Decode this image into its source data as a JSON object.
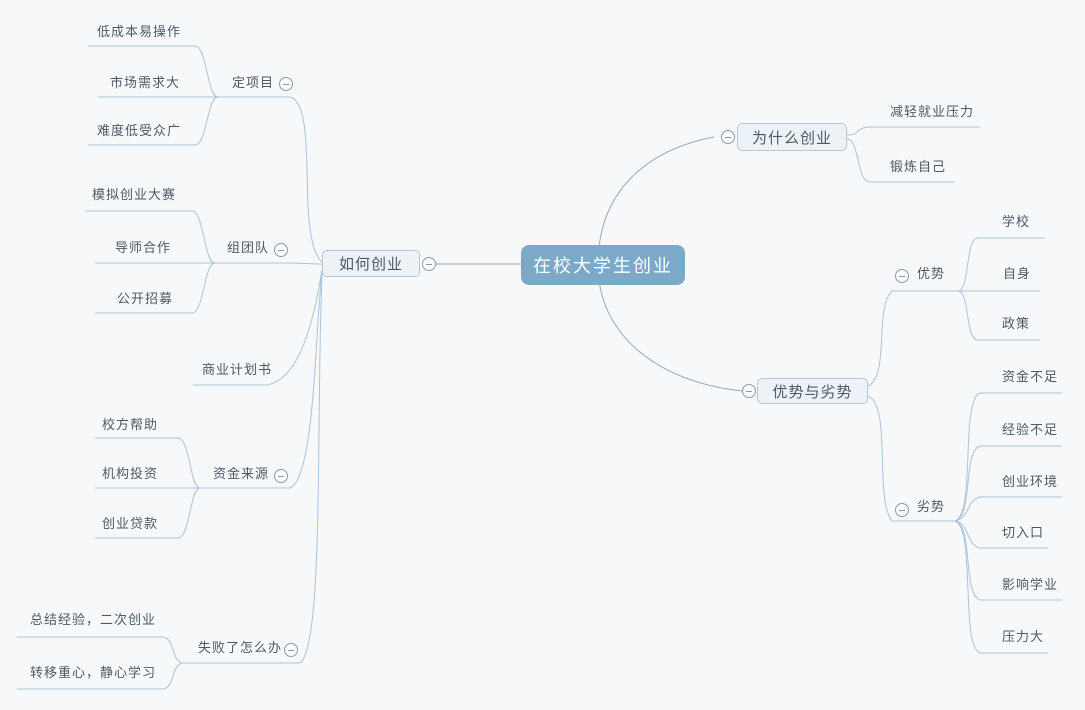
{
  "map": {
    "root": "在校大学生创业",
    "right": [
      {
        "label": "为什么创业",
        "children": [
          {
            "label": "减轻就业压力"
          },
          {
            "label": "锻炼自己"
          }
        ]
      },
      {
        "label": "优势与劣势",
        "children": [
          {
            "label": "优势",
            "children": [
              {
                "label": "学校"
              },
              {
                "label": "自身"
              },
              {
                "label": "政策"
              }
            ]
          },
          {
            "label": "劣势",
            "children": [
              {
                "label": "资金不足"
              },
              {
                "label": "经验不足"
              },
              {
                "label": "创业环境"
              },
              {
                "label": "切入口"
              },
              {
                "label": "影响学业"
              },
              {
                "label": "压力大"
              }
            ]
          }
        ]
      }
    ],
    "left": [
      {
        "label": "如何创业",
        "children": [
          {
            "label": "定项目",
            "children": [
              {
                "label": "低成本易操作"
              },
              {
                "label": "市场需求大"
              },
              {
                "label": "难度低受众广"
              }
            ]
          },
          {
            "label": "组团队",
            "children": [
              {
                "label": "模拟创业大赛"
              },
              {
                "label": "导师合作"
              },
              {
                "label": "公开招募"
              }
            ]
          },
          {
            "label": "商业计划书"
          },
          {
            "label": "资金来源",
            "children": [
              {
                "label": "校方帮助"
              },
              {
                "label": "机构投资"
              },
              {
                "label": "创业贷款"
              }
            ]
          },
          {
            "label": "失败了怎么办",
            "children": [
              {
                "label": "总结经验，二次创业"
              },
              {
                "label": "转移重心，静心学习"
              }
            ]
          }
        ]
      }
    ]
  },
  "colors": {
    "bg": "#f7f8fa",
    "line-blue": "#a9c3da",
    "line-gray": "#9aa8b4",
    "root-fill": "#7da9c8",
    "box-fill": "#edf2f7",
    "box-border": "#b7c9d9",
    "text": "#4d5965",
    "icon-border": "#8c9aa8",
    "icon-fill": "#fbfcfd"
  }
}
